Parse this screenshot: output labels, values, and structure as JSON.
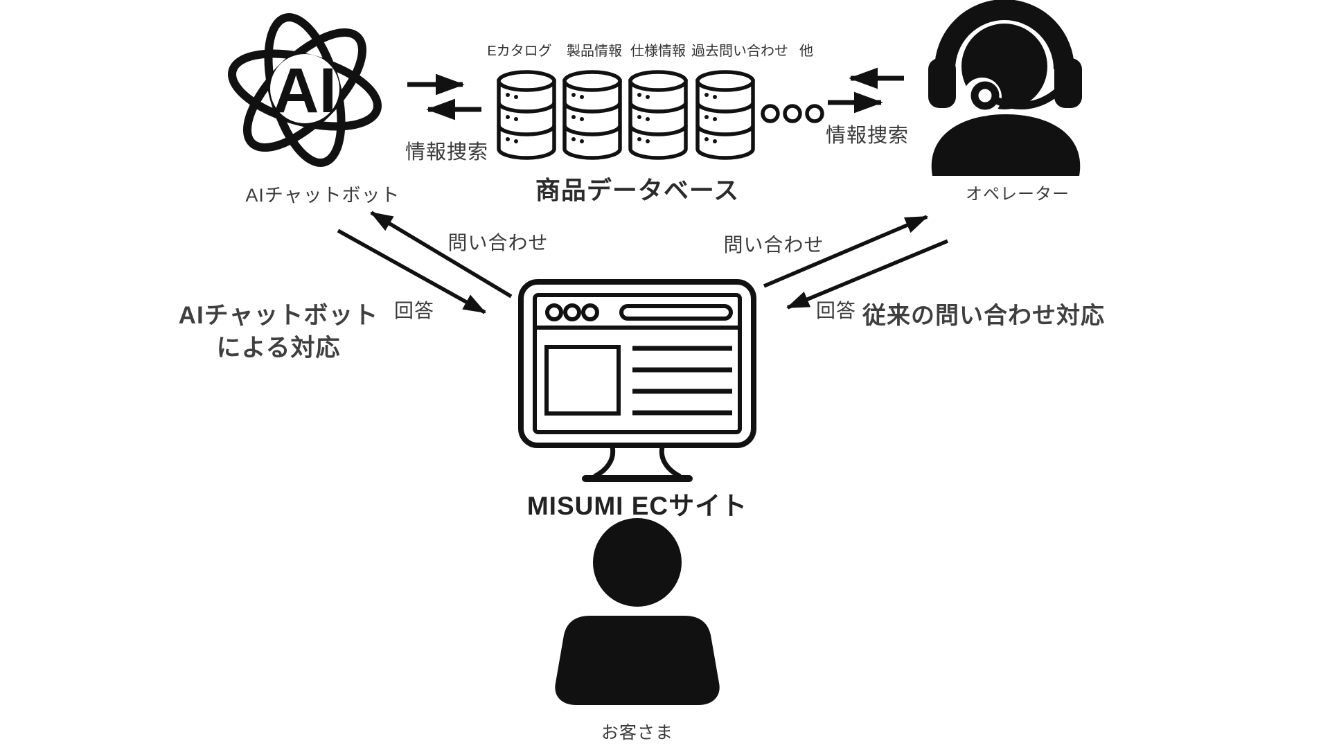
{
  "ai_chatbot": {
    "icon_text": "AI",
    "label": "AIチャットボット"
  },
  "product_database": {
    "title": "商品データベース",
    "db_labels": [
      "Eカタログ",
      "製品情報",
      "仕様情報",
      "過去問い合わせ",
      "他"
    ]
  },
  "operator": {
    "label": "オペレーター"
  },
  "ec_site": {
    "label": "MISUMI ECサイト"
  },
  "customer": {
    "label": "お客さま"
  },
  "flows": {
    "ai_db_search": "情報捜索",
    "operator_db_search": "情報捜索",
    "inquiry_to_ai": "問い合わせ",
    "answer_from_ai": "回答",
    "inquiry_to_operator": "問い合わせ",
    "answer_from_operator": "回答"
  },
  "captions": {
    "ai_side_line1": "AIチャットボット",
    "ai_side_line2": "による対応",
    "operator_side": "従来の問い合わせ対応"
  },
  "icons": {
    "ai": "ai-atom-icon",
    "database": "database-cylinder-icon",
    "database_more": "ellipsis-dots-icon",
    "operator": "operator-headset-icon",
    "ec_site": "browser-monitor-icon",
    "customer": "person-silhouette-icon"
  },
  "colors": {
    "ink": "#111111",
    "label_text": "#3a3a3a",
    "background": "#ffffff"
  }
}
